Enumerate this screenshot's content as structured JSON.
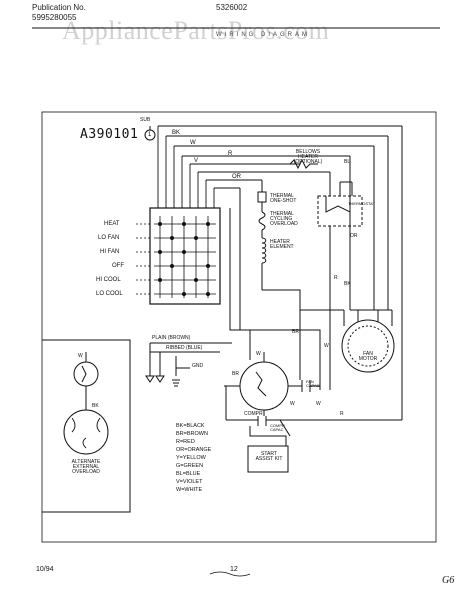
{
  "header": {
    "publication_label": "Publication No.",
    "publication_number": "5995280055",
    "model_number": "5326002",
    "watermark": "AppliancePartsPros.com",
    "banner_partial": "WIRING DIAGRAM"
  },
  "diagram": {
    "diagram_id": "A390101",
    "sub_label": "SUB",
    "sub_number": "1",
    "switch_positions": [
      "HEAT",
      "LO FAN",
      "HI FAN",
      "OFF",
      "HI COOL",
      "LO COOL"
    ],
    "components": {
      "bellows_heater": "BELLOWS HEATER (OPTIONAL)",
      "thermal_one_shot": "THERMAL ONE-SHOT",
      "thermal_cycling_overload": "THERMAL CYCLING OVERLOAD",
      "heater_element": "HEATER ELEMENT",
      "thermostat": "THERMOSTAT",
      "fan_motor": "FAN MOTOR",
      "fan_capac": "FAN CAPAC",
      "compr": "COMPR",
      "compr_capac": "COMPR CAPAC",
      "start_assist_kit": "START ASSIST KIT",
      "plain": "PLAIN (BROWN)",
      "ribbed": "RIBBED (BLUE)",
      "gnd": "GND",
      "alternate_overload": "ALTERNATE EXTERNAL OVERLOAD"
    },
    "wire_labels": [
      "BK",
      "W",
      "R",
      "V",
      "OR",
      "BR",
      "BL",
      "R",
      "W",
      "BK",
      "OR",
      "R",
      "W",
      "W",
      "BR",
      "W",
      "W",
      "BK"
    ],
    "color_legend": [
      "BK=BLACK",
      "BR=BROWN",
      "R=RED",
      "OR=ORANGE",
      "Y=YELLOW",
      "G=GREEN",
      "BL=BLUE",
      "V=VIOLET",
      "W=WHITE"
    ]
  },
  "footer": {
    "date": "10/94",
    "page_number": "12",
    "handwritten": "G6"
  }
}
